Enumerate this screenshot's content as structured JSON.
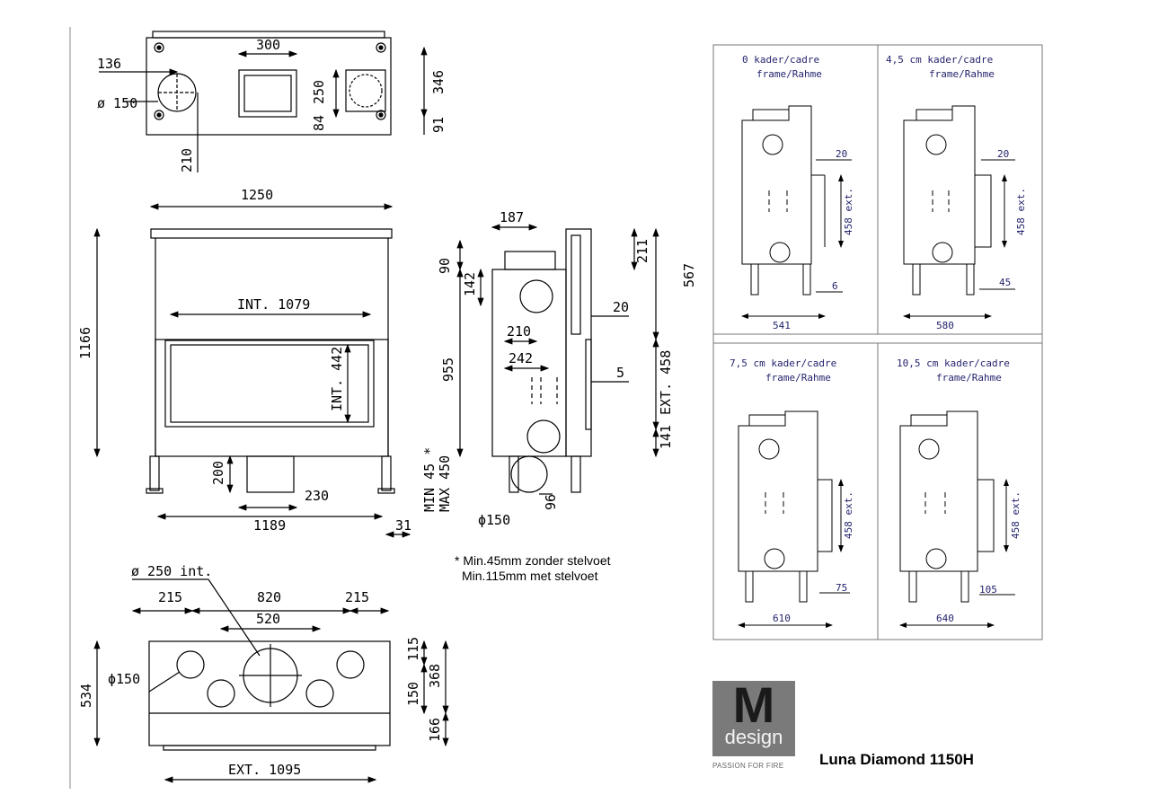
{
  "top_view": {
    "d136": "136",
    "d300": "300",
    "d346": "346",
    "d250": "250",
    "d84": "84",
    "d91": "91",
    "d210": "210",
    "dia150": "ø 150"
  },
  "front_view": {
    "d1250": "1250",
    "d1166": "1166",
    "int1079": "INT. 1079",
    "int442": "INT. 442",
    "d200": "200",
    "d230": "230",
    "d1189": "1189",
    "d31": "31"
  },
  "side_view": {
    "d187": "187",
    "d90": "90",
    "d142": "142",
    "d211": "211",
    "d567": "567",
    "d20": "20",
    "d210": "210",
    "d955": "955",
    "d242": "242",
    "d5": "5",
    "ext458": "EXT. 458",
    "d141": "141",
    "min_max_1": "MIN 45 *",
    "min_max_2": "MAX 450",
    "dia150": "ϕ150",
    "d96": "96"
  },
  "note": {
    "line1": "* Min.45mm zonder stelvoet",
    "line2": "Min.115mm met stelvoet"
  },
  "plan_view": {
    "dia250": "ø  250 int.",
    "d215a": "215",
    "d820": "820",
    "d215b": "215",
    "d520": "520",
    "dia150": "ϕ150",
    "d534": "534",
    "d115": "115",
    "d150": "150",
    "d368": "368",
    "d166": "166",
    "ext1095": "EXT. 1095"
  },
  "frame_panels": [
    {
      "line1": "0  kader/cadre",
      "line2": "frame/Rahme",
      "top": "20",
      "ext": "458 ext.",
      "bottom": "6",
      "width": "541"
    },
    {
      "line1": "4,5 cm  kader/cadre",
      "line2": "frame/Rahme",
      "top": "20",
      "ext": "458 ext.",
      "bottom": "45",
      "width": "580"
    },
    {
      "line1": "7,5 cm kader/cadre",
      "line2": "frame/Rahme",
      "ext": "458 ext.",
      "bottom": "75",
      "width": "610"
    },
    {
      "line1": "10,5 cm kader/cadre",
      "line2": "frame/Rahme",
      "ext": "458 ext.",
      "bottom": "105",
      "width": "640"
    }
  ],
  "brand": {
    "logo_letter": "M",
    "logo_word": "design",
    "tagline": "PASSION FOR FIRE",
    "product": "Luna Diamond 1150H"
  },
  "colors": {
    "line": "#000000",
    "logo_bg": "#7a7a7a",
    "panel_text": "#24246e"
  }
}
